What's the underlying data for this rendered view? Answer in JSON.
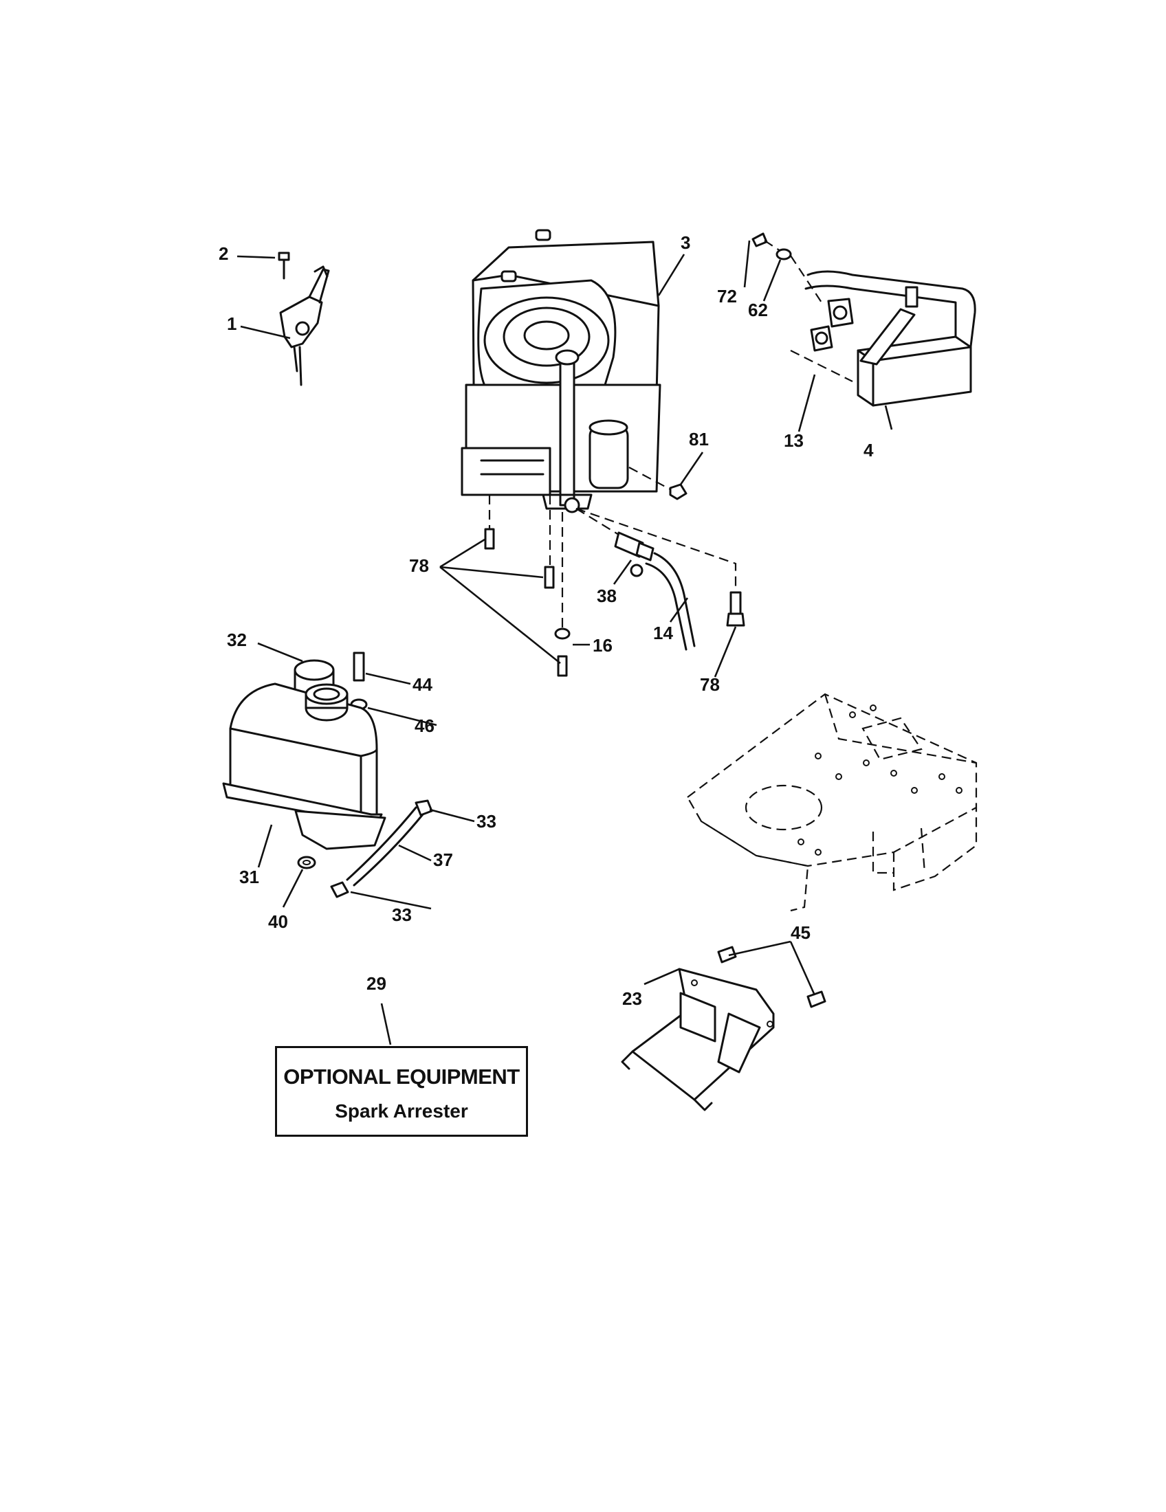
{
  "labels": {
    "l1": "1",
    "l2": "2",
    "l3": "3",
    "l4": "4",
    "l13": "13",
    "l14": "14",
    "l16": "16",
    "l23": "23",
    "l29": "29",
    "l31": "31",
    "l32": "32",
    "l33a": "33",
    "l33b": "33",
    "l37": "37",
    "l38": "38",
    "l40": "40",
    "l44": "44",
    "l45": "45",
    "l46": "46",
    "l62": "62",
    "l72": "72",
    "l78a": "78",
    "l78b": "78",
    "l81": "81"
  },
  "optional_box": {
    "title": "OPTIONAL EQUIPMENT",
    "item": "Spark Arrester"
  }
}
